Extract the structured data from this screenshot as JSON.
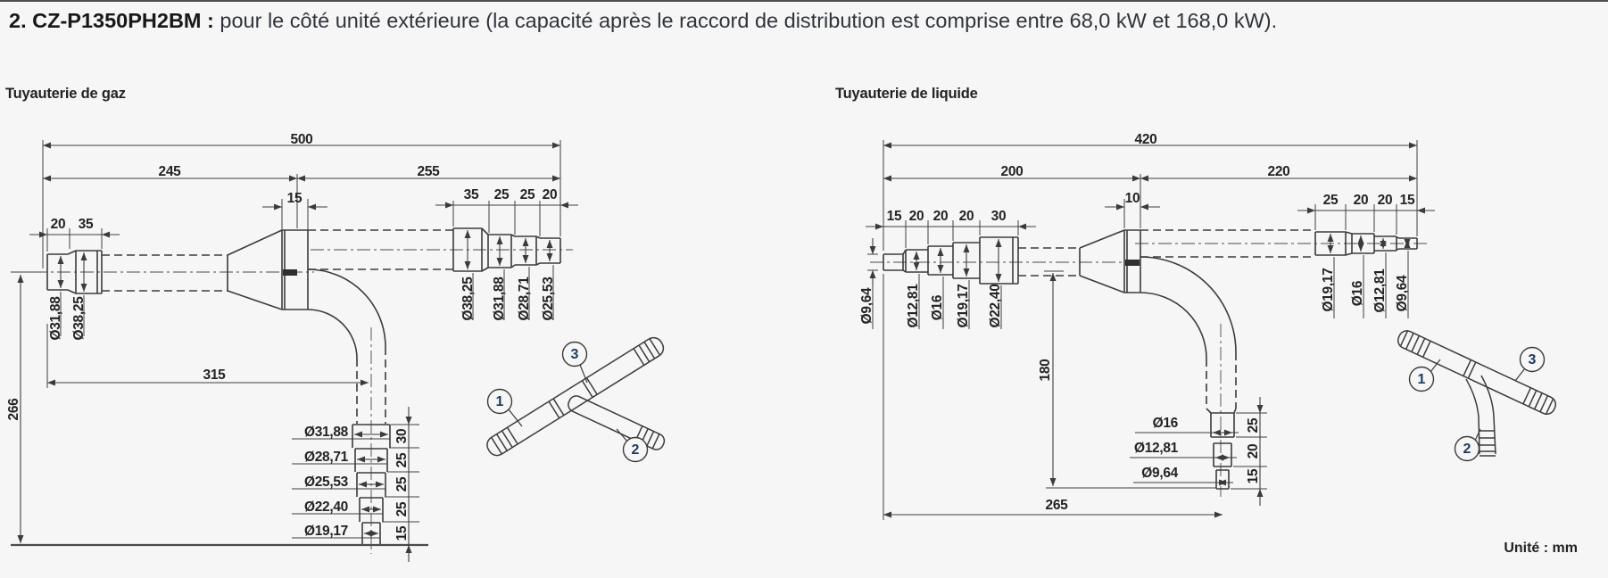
{
  "header": {
    "model": "2. CZ-P1350PH2BM :",
    "description": "pour le côté unité extérieure (la capacité après le raccord de distribution est comprise entre 68,0 kW et 168,0 kW)."
  },
  "unit_note": "Unité : mm",
  "colors": {
    "line": "#3b3b3b",
    "text": "#262626",
    "callout_number": "#1d3a5c",
    "background": "#f6f6f7"
  },
  "gas": {
    "title": "Tuyauterie de gaz",
    "overall_length": "500",
    "span_left": "245",
    "span_right": "255",
    "body_length": "15",
    "inlet_steps": [
      "20",
      "35"
    ],
    "inlet_diameters": [
      "Ø31,88",
      "Ø38,25"
    ],
    "outlet_steps": [
      "35",
      "25",
      "25",
      "20"
    ],
    "outlet_diameters": [
      "Ø38,25",
      "Ø31,88",
      "Ø28,71",
      "Ø25,53"
    ],
    "height": "266",
    "branch_offset": "315",
    "branch_diameters": [
      "Ø31,88",
      "Ø28,71",
      "Ø25,53",
      "Ø22,40",
      "Ø19,17"
    ],
    "branch_steps": [
      "30",
      "25",
      "25",
      "25",
      "15"
    ],
    "callouts": [
      "1",
      "2",
      "3"
    ]
  },
  "liquid": {
    "title": "Tuyauterie de liquide",
    "overall_length": "420",
    "span_left": "200",
    "span_right": "220",
    "body_length": "10",
    "inlet_steps": [
      "15",
      "20",
      "20",
      "20",
      "30"
    ],
    "inlet_diameters": [
      "Ø9,64",
      "Ø12,81",
      "Ø16",
      "Ø19,17",
      "Ø22,40"
    ],
    "outlet_steps": [
      "25",
      "20",
      "20",
      "15"
    ],
    "outlet_diameters": [
      "Ø19,17",
      "Ø16",
      "Ø12,81",
      "Ø9,64"
    ],
    "height": "180",
    "branch_offset": "265",
    "branch_diameters": [
      "Ø16",
      "Ø12,81",
      "Ø9,64"
    ],
    "branch_steps": [
      "25",
      "20",
      "15"
    ],
    "callouts": [
      "1",
      "2",
      "3"
    ]
  }
}
